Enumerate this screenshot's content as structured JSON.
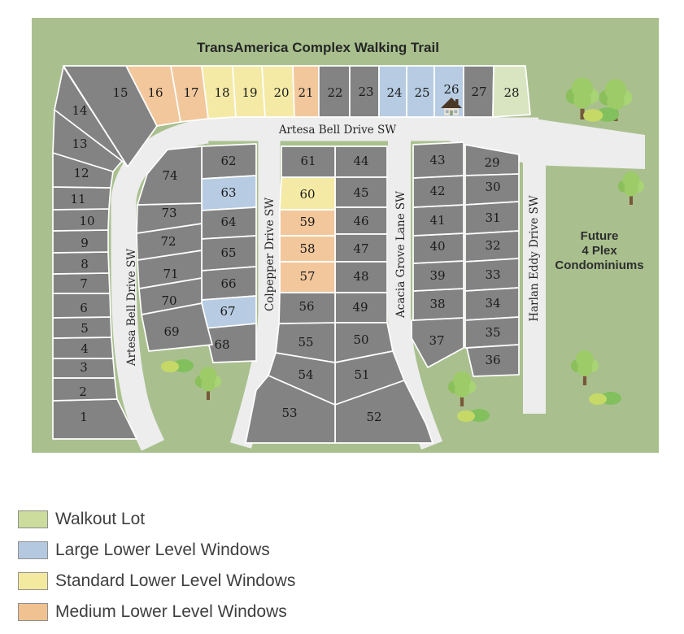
{
  "map": {
    "title": "TransAmerica Complex Walking Trail",
    "background_color": "#a9c08e",
    "road_color": "#ededed",
    "future_area_label": [
      "Future",
      "4 Plex",
      "Condominiums"
    ],
    "streets": [
      {
        "id": "artesa-bell-horizontal",
        "name": "Artesa Bell Drive SW",
        "orientation": "horizontal"
      },
      {
        "id": "artesa-bell-vertical",
        "name": "Artesa Bell Drive SW",
        "orientation": "vertical"
      },
      {
        "id": "colpepper",
        "name": "Colpepper Drive SW",
        "orientation": "vertical"
      },
      {
        "id": "acacia-grove",
        "name": "Acacia Grove Lane SW",
        "orientation": "vertical"
      },
      {
        "id": "harlan-eddy",
        "name": "Harlan Eddy Drive SW",
        "orientation": "vertical"
      }
    ],
    "lot_categories": {
      "gray": "#838383",
      "walkout": "#d9e5c0",
      "large": "#b7cce2",
      "standard": "#f4eaa6",
      "medium": "#f2c79c"
    },
    "house_icon_lot": "26",
    "icons": [
      "tree-icon",
      "bush-icon",
      "house-icon"
    ],
    "lots": [
      {
        "number": "1",
        "category": "gray"
      },
      {
        "number": "2",
        "category": "gray"
      },
      {
        "number": "3",
        "category": "gray"
      },
      {
        "number": "4",
        "category": "gray"
      },
      {
        "number": "5",
        "category": "gray"
      },
      {
        "number": "6",
        "category": "gray"
      },
      {
        "number": "7",
        "category": "gray"
      },
      {
        "number": "8",
        "category": "gray"
      },
      {
        "number": "9",
        "category": "gray"
      },
      {
        "number": "10",
        "category": "gray"
      },
      {
        "number": "11",
        "category": "gray"
      },
      {
        "number": "12",
        "category": "gray"
      },
      {
        "number": "13",
        "category": "gray"
      },
      {
        "number": "14",
        "category": "gray"
      },
      {
        "number": "15",
        "category": "gray"
      },
      {
        "number": "16",
        "category": "medium"
      },
      {
        "number": "17",
        "category": "medium"
      },
      {
        "number": "18",
        "category": "standard"
      },
      {
        "number": "19",
        "category": "standard"
      },
      {
        "number": "20",
        "category": "standard"
      },
      {
        "number": "21",
        "category": "medium"
      },
      {
        "number": "22",
        "category": "gray"
      },
      {
        "number": "23",
        "category": "gray"
      },
      {
        "number": "24",
        "category": "large"
      },
      {
        "number": "25",
        "category": "large"
      },
      {
        "number": "26",
        "category": "large"
      },
      {
        "number": "27",
        "category": "gray"
      },
      {
        "number": "28",
        "category": "walkout"
      },
      {
        "number": "29",
        "category": "gray"
      },
      {
        "number": "30",
        "category": "gray"
      },
      {
        "number": "31",
        "category": "gray"
      },
      {
        "number": "32",
        "category": "gray"
      },
      {
        "number": "33",
        "category": "gray"
      },
      {
        "number": "34",
        "category": "gray"
      },
      {
        "number": "35",
        "category": "gray"
      },
      {
        "number": "36",
        "category": "gray"
      },
      {
        "number": "37",
        "category": "gray"
      },
      {
        "number": "38",
        "category": "gray"
      },
      {
        "number": "39",
        "category": "gray"
      },
      {
        "number": "40",
        "category": "gray"
      },
      {
        "number": "41",
        "category": "gray"
      },
      {
        "number": "42",
        "category": "gray"
      },
      {
        "number": "43",
        "category": "gray"
      },
      {
        "number": "44",
        "category": "gray"
      },
      {
        "number": "45",
        "category": "gray"
      },
      {
        "number": "46",
        "category": "gray"
      },
      {
        "number": "47",
        "category": "gray"
      },
      {
        "number": "48",
        "category": "gray"
      },
      {
        "number": "49",
        "category": "gray"
      },
      {
        "number": "50",
        "category": "gray"
      },
      {
        "number": "51",
        "category": "gray"
      },
      {
        "number": "52",
        "category": "gray"
      },
      {
        "number": "53",
        "category": "gray"
      },
      {
        "number": "54",
        "category": "gray"
      },
      {
        "number": "55",
        "category": "gray"
      },
      {
        "number": "56",
        "category": "gray"
      },
      {
        "number": "57",
        "category": "medium"
      },
      {
        "number": "58",
        "category": "medium"
      },
      {
        "number": "59",
        "category": "medium"
      },
      {
        "number": "60",
        "category": "standard"
      },
      {
        "number": "61",
        "category": "gray"
      },
      {
        "number": "62",
        "category": "gray"
      },
      {
        "number": "63",
        "category": "large"
      },
      {
        "number": "64",
        "category": "gray"
      },
      {
        "number": "65",
        "category": "gray"
      },
      {
        "number": "66",
        "category": "gray"
      },
      {
        "number": "67",
        "category": "large"
      },
      {
        "number": "68",
        "category": "gray"
      },
      {
        "number": "69",
        "category": "gray"
      },
      {
        "number": "70",
        "category": "gray"
      },
      {
        "number": "71",
        "category": "gray"
      },
      {
        "number": "72",
        "category": "gray"
      },
      {
        "number": "73",
        "category": "gray"
      },
      {
        "number": "74",
        "category": "gray"
      }
    ]
  },
  "legend": {
    "items": [
      {
        "label": "Walkout Lot",
        "color": "#cbdc9c"
      },
      {
        "label": "Large Lower Level Windows",
        "color": "#b4c9e0"
      },
      {
        "label": "Standard Lower Level Windows",
        "color": "#f4ea9f"
      },
      {
        "label": "Medium Lower Level Windows",
        "color": "#f0c191"
      }
    ]
  }
}
